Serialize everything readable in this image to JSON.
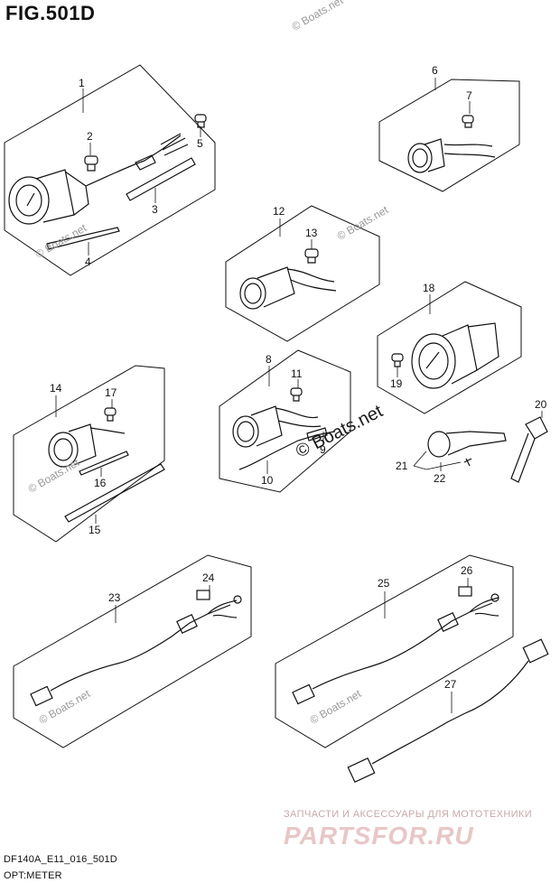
{
  "title": "FIG.501D",
  "footer": {
    "code": "DF140A_E11_016_501D",
    "section": "OPT:METER"
  },
  "watermark": "© Boats.net",
  "promo": {
    "tagline": "ЗАПЧАСТИ И АКСЕССУАРЫ ДЛЯ МОТОТЕХНИКИ",
    "logo": "PARTSFOR.RU"
  },
  "callouts": [
    "1",
    "2",
    "3",
    "4",
    "5",
    "6",
    "7",
    "8",
    "9",
    "10",
    "11",
    "12",
    "13",
    "14",
    "15",
    "16",
    "17",
    "18",
    "19",
    "20",
    "21",
    "22",
    "23",
    "24",
    "25",
    "26",
    "27"
  ]
}
